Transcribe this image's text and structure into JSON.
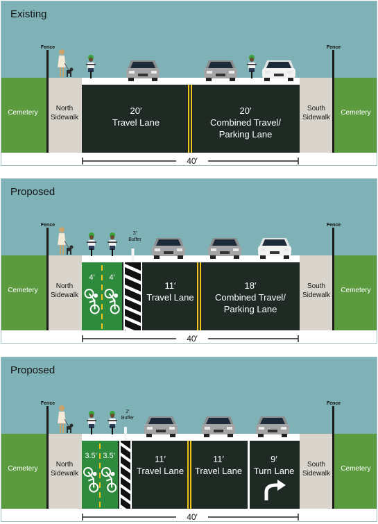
{
  "panels": [
    {
      "title": "Existing",
      "fence_left": "Fence",
      "fence_right": "Fence",
      "cemetery_left": "Cemetery",
      "cemetery_right": "Cemetery",
      "north_sidewalk": [
        "North",
        "Sidewalk"
      ],
      "south_sidewalk": [
        "South",
        "Sidewalk"
      ],
      "buffer": null,
      "lanes": [
        {
          "type": "travel",
          "lines": [
            "20′",
            "Travel Lane"
          ]
        },
        {
          "type": "travel",
          "lines": [
            "20′",
            "Combined Travel/",
            "Parking Lane"
          ]
        }
      ],
      "width_label": "40′"
    },
    {
      "title": "Proposed",
      "fence_left": "Fence",
      "fence_right": "Fence",
      "cemetery_left": "Cemetery",
      "cemetery_right": "Cemetery",
      "north_sidewalk": [
        "North",
        "Sidewalk"
      ],
      "south_sidewalk": [
        "South",
        "Sidewalk"
      ],
      "buffer": [
        "3′",
        "Buffer"
      ],
      "bike_lanes": [
        "4′",
        "4′"
      ],
      "lanes": [
        {
          "type": "travel",
          "lines": [
            "11′",
            "Travel Lane"
          ]
        },
        {
          "type": "travel",
          "lines": [
            "18′",
            "Combined Travel/",
            "Parking Lane"
          ]
        }
      ],
      "width_label": "40′"
    },
    {
      "title": "Proposed",
      "fence_left": "Fence",
      "fence_right": "Fence",
      "cemetery_left": "Cemetery",
      "cemetery_right": "Cemetery",
      "north_sidewalk": [
        "North",
        "Sidewalk"
      ],
      "south_sidewalk": [
        "South",
        "Sidewalk"
      ],
      "buffer": [
        "2′",
        "Buffer"
      ],
      "bike_lanes": [
        "3.5′",
        "3.5′"
      ],
      "lanes": [
        {
          "type": "travel",
          "lines": [
            "11′",
            "Travel Lane"
          ]
        },
        {
          "type": "travel",
          "lines": [
            "11′",
            "Travel Lane"
          ]
        },
        {
          "type": "turn",
          "lines": [
            "9′",
            "Turn Lane"
          ]
        }
      ],
      "width_label": "40′"
    }
  ],
  "colors": {
    "sky": "#7fb2b6",
    "grass": "#5c9a3f",
    "road": "#1f2a24",
    "sidewalk": "#d9d4cc",
    "bike_lane": "#2e8b3e",
    "center_line": "#f2c417",
    "fence": "#1b1b1b"
  }
}
